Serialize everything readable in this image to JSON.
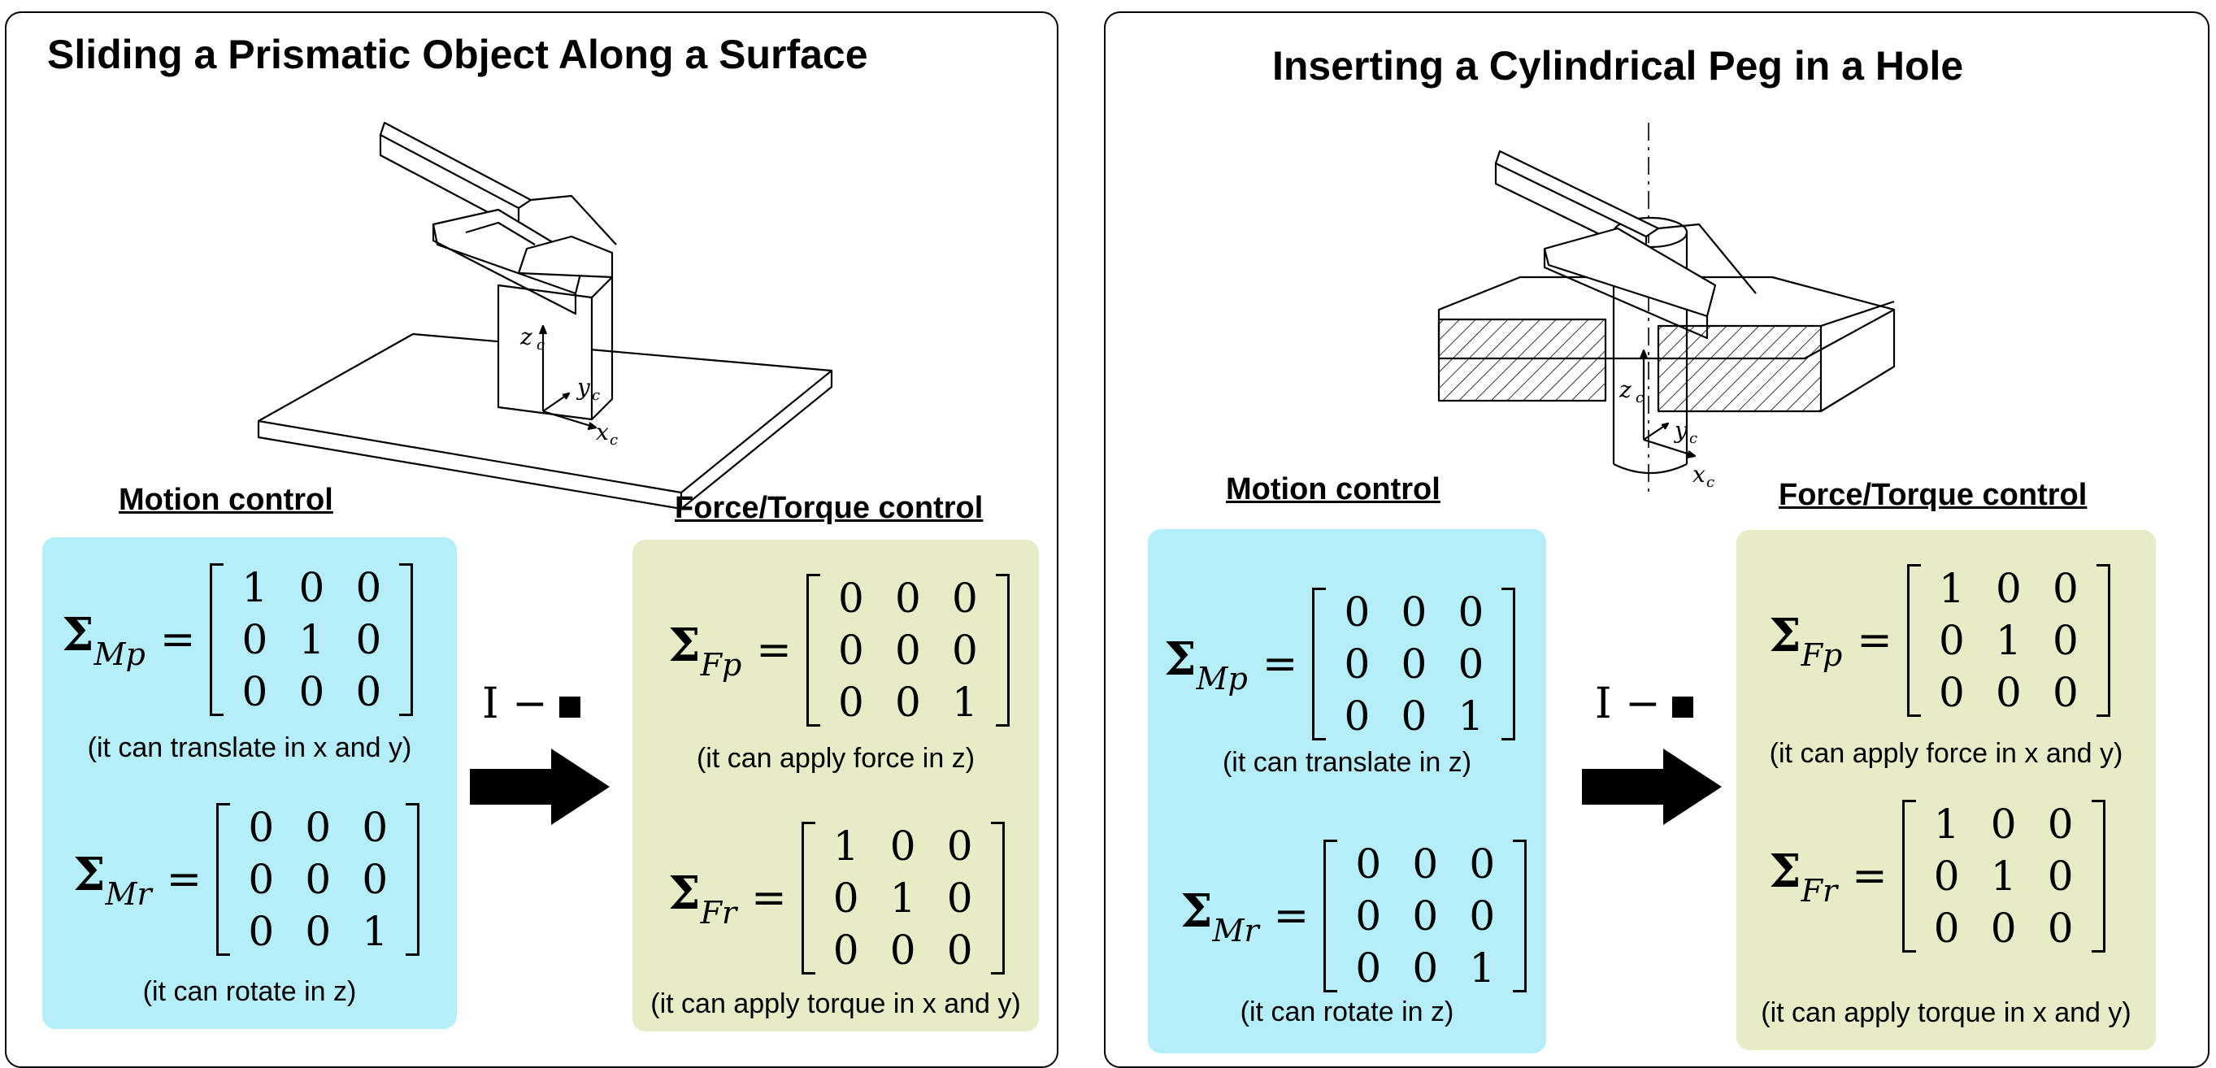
{
  "left": {
    "title": "Sliding a Prismatic Object Along a Surface",
    "figure_labels": {
      "z": "z",
      "y": "y",
      "x": "x",
      "sub": "c"
    },
    "motion": {
      "header": "Motion control",
      "mp": {
        "sym": "Σ",
        "sub": "Mp",
        "rows": [
          [
            "1",
            "0",
            "0"
          ],
          [
            "0",
            "1",
            "0"
          ],
          [
            "0",
            "0",
            "0"
          ]
        ],
        "note": "(it can translate in x and y)"
      },
      "mr": {
        "sym": "Σ",
        "sub": "Mr",
        "rows": [
          [
            "0",
            "0",
            "0"
          ],
          [
            "0",
            "0",
            "0"
          ],
          [
            "0",
            "0",
            "1"
          ]
        ],
        "note": "(it can rotate in z)"
      }
    },
    "operator": "I −",
    "force": {
      "header": "Force/Torque control",
      "fp": {
        "sym": "Σ",
        "sub": "Fp",
        "rows": [
          [
            "0",
            "0",
            "0"
          ],
          [
            "0",
            "0",
            "0"
          ],
          [
            "0",
            "0",
            "1"
          ]
        ],
        "note": "(it can apply force in z)"
      },
      "fr": {
        "sym": "Σ",
        "sub": "Fr",
        "rows": [
          [
            "1",
            "0",
            "0"
          ],
          [
            "0",
            "1",
            "0"
          ],
          [
            "0",
            "0",
            "0"
          ]
        ],
        "note": "(it can apply torque in x and y)"
      }
    }
  },
  "right": {
    "title": "Inserting a Cylindrical Peg in a Hole",
    "figure_labels": {
      "z": "z",
      "y": "y",
      "x": "x",
      "sub": "c"
    },
    "motion": {
      "header": "Motion control",
      "mp": {
        "sym": "Σ",
        "sub": "Mp",
        "rows": [
          [
            "0",
            "0",
            "0"
          ],
          [
            "0",
            "0",
            "0"
          ],
          [
            "0",
            "0",
            "1"
          ]
        ],
        "note": "(it can translate in z)"
      },
      "mr": {
        "sym": "Σ",
        "sub": "Mr",
        "rows": [
          [
            "0",
            "0",
            "0"
          ],
          [
            "0",
            "0",
            "0"
          ],
          [
            "0",
            "0",
            "1"
          ]
        ],
        "note": "(it can rotate in z)"
      }
    },
    "operator": "I −",
    "force": {
      "header": "Force/Torque control",
      "fp": {
        "sym": "Σ",
        "sub": "Fp",
        "rows": [
          [
            "1",
            "0",
            "0"
          ],
          [
            "0",
            "1",
            "0"
          ],
          [
            "0",
            "0",
            "0"
          ]
        ],
        "note": "(it can apply force in x and y)"
      },
      "fr": {
        "sym": "Σ",
        "sub": "Fr",
        "rows": [
          [
            "1",
            "0",
            "0"
          ],
          [
            "0",
            "1",
            "0"
          ],
          [
            "0",
            "0",
            "0"
          ]
        ],
        "note": "(it can apply torque in x and y)"
      }
    }
  },
  "colors": {
    "motion_bg": "#b4eef8",
    "force_bg": "#e7ebc6",
    "border": "#000000"
  }
}
